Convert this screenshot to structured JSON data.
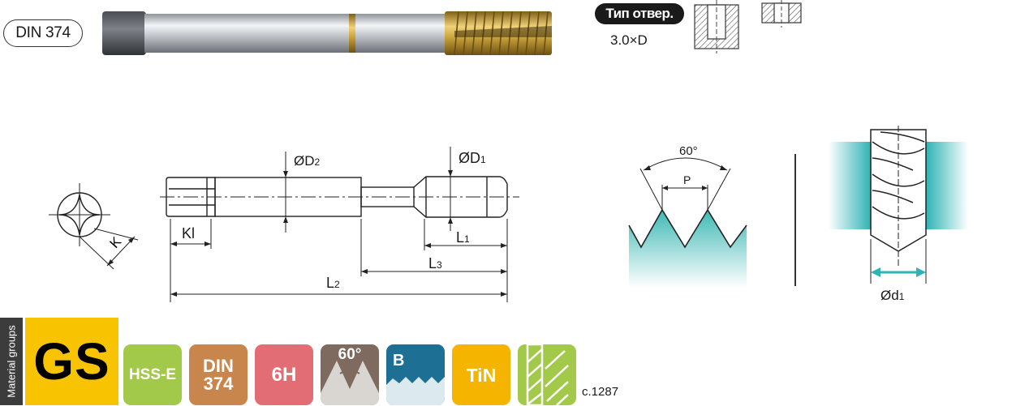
{
  "header": {
    "standard": "DIN 374",
    "hole_type_label": "Тип отвер.",
    "hole_depth": "3.0×D"
  },
  "drawing": {
    "dim_d2": "ØD",
    "dim_d2_sub": "2",
    "dim_d1": "ØD",
    "dim_d1_sub": "1",
    "dim_kl": "Kl",
    "dim_k": "K",
    "dim_l1": "L",
    "dim_l1_sub": "1",
    "dim_l3": "L",
    "dim_l3_sub": "3",
    "dim_l2": "L",
    "dim_l2_sub": "2",
    "thread_angle": "60°",
    "thread_pitch": "P",
    "drill_dia": "Ød",
    "drill_dia_sub": "1"
  },
  "footer": {
    "material_groups_label": "Material groups",
    "material_group": "GS",
    "tiles": {
      "material": "HSS-E",
      "din_top": "DIN",
      "din_bottom": "374",
      "tolerance": "6H",
      "angle": "60°",
      "form": "B",
      "coating": "TiN"
    },
    "page_ref": "c.1287"
  },
  "colors": {
    "shank_silver": "#c9ccd0",
    "thread_gold": "#c9a23a",
    "teal": "#2fb3b5",
    "gs_yellow": "#f8c300",
    "tile_green": "#a3c94a",
    "tile_orange": "#c9864c",
    "tile_pink": "#e26d75",
    "tile_brown": "#7e6a5e",
    "tile_blue": "#1d6f93",
    "tile_amber": "#f4b400"
  }
}
